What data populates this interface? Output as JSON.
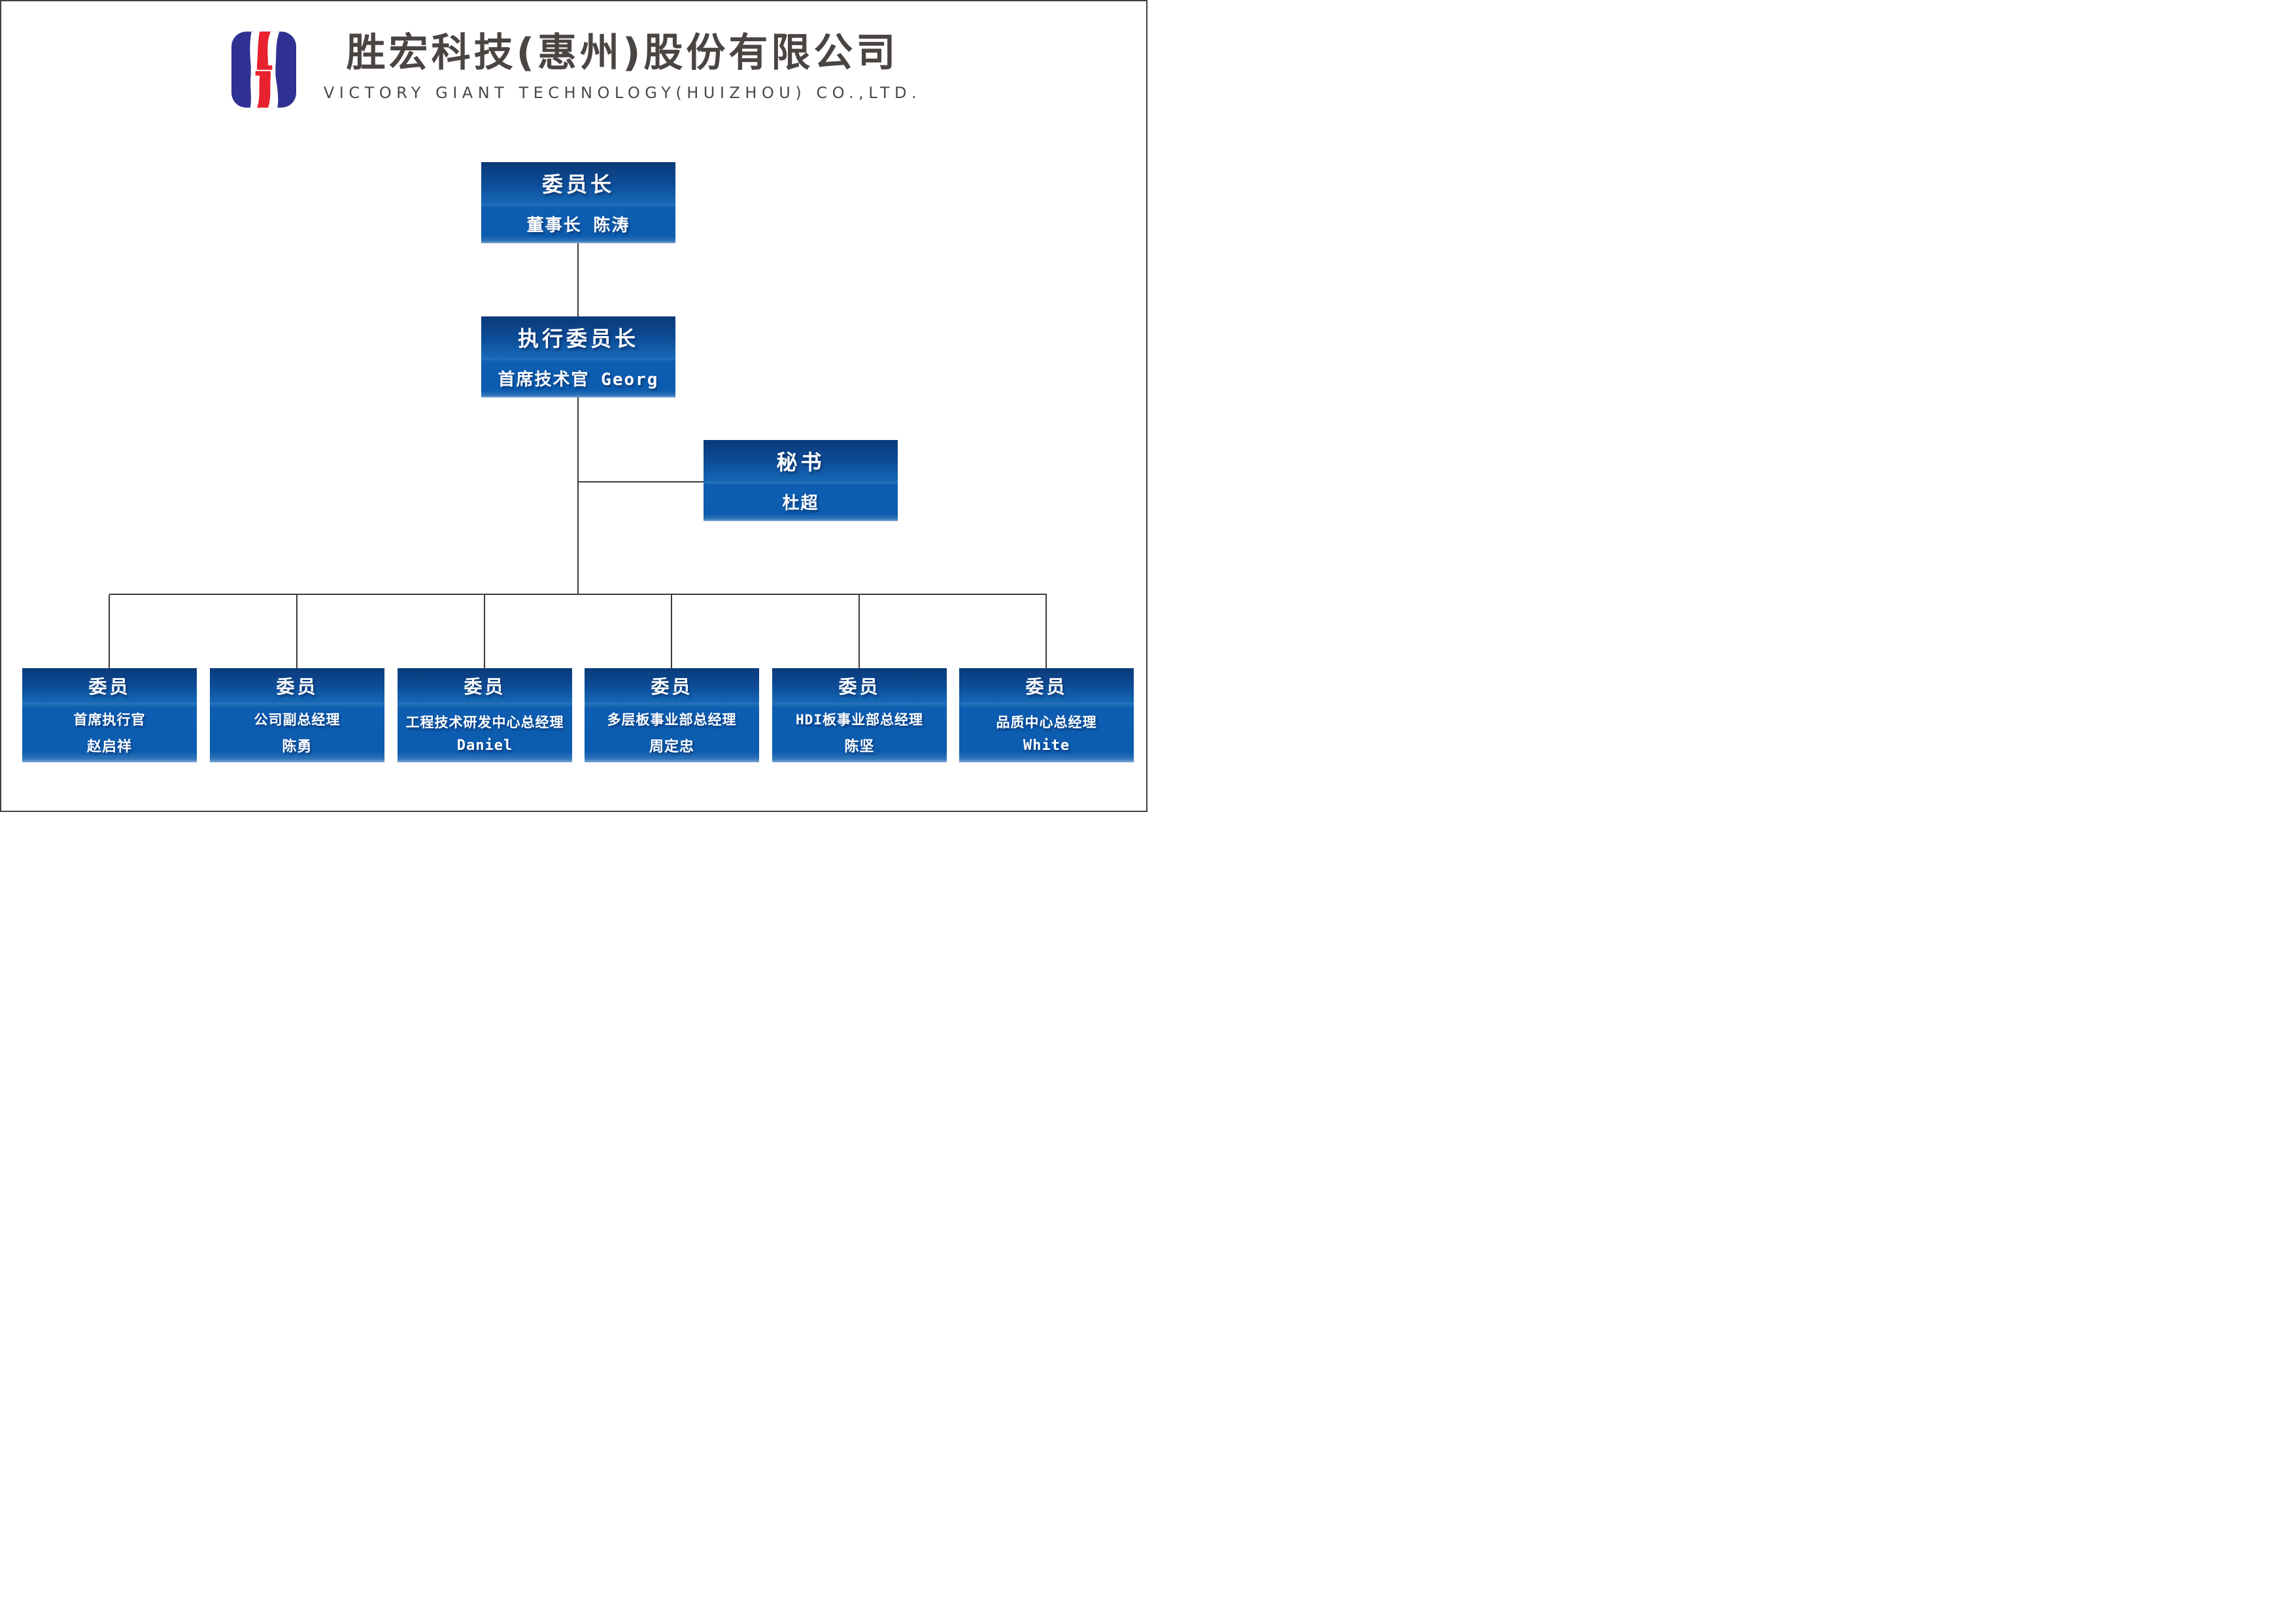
{
  "header": {
    "company_name_zh": "胜宏科技(惠州)股份有限公司",
    "company_name_en": "VICTORY GIANT TECHNOLOGY(HUIZHOU) CO.,LTD."
  },
  "org": {
    "chairman": {
      "title": "委员长",
      "subtitle": "董事长 陈涛"
    },
    "exec": {
      "title": "执行委员长",
      "subtitle": "首席技术官 Georg"
    },
    "secretary": {
      "title": "秘书",
      "subtitle": "杜超"
    },
    "members": [
      {
        "title": "委员",
        "dept": "首席执行官",
        "name": "赵启祥"
      },
      {
        "title": "委员",
        "dept": "公司副总经理",
        "name": "陈勇"
      },
      {
        "title": "委员",
        "dept": "工程技术研发中心总经理",
        "name": "Daniel"
      },
      {
        "title": "委员",
        "dept": "多层板事业部总经理",
        "name": "周定忠"
      },
      {
        "title": "委员",
        "dept": "HDI板事业部总经理",
        "name": "陈坚"
      },
      {
        "title": "委员",
        "dept": "品质中心总经理",
        "name": "White"
      }
    ]
  },
  "colors": {
    "logo_blue": "#2e3192",
    "logo_red": "#e8212e",
    "heading_text": "#4a4542",
    "node_gradient_top": "#0a3a79",
    "node_gradient_light": "#1569b7",
    "node_lower_blue": "#0c5cb0",
    "node_text": "#ffffff",
    "connector": "#3f3a38",
    "page_border": "#44403d"
  }
}
